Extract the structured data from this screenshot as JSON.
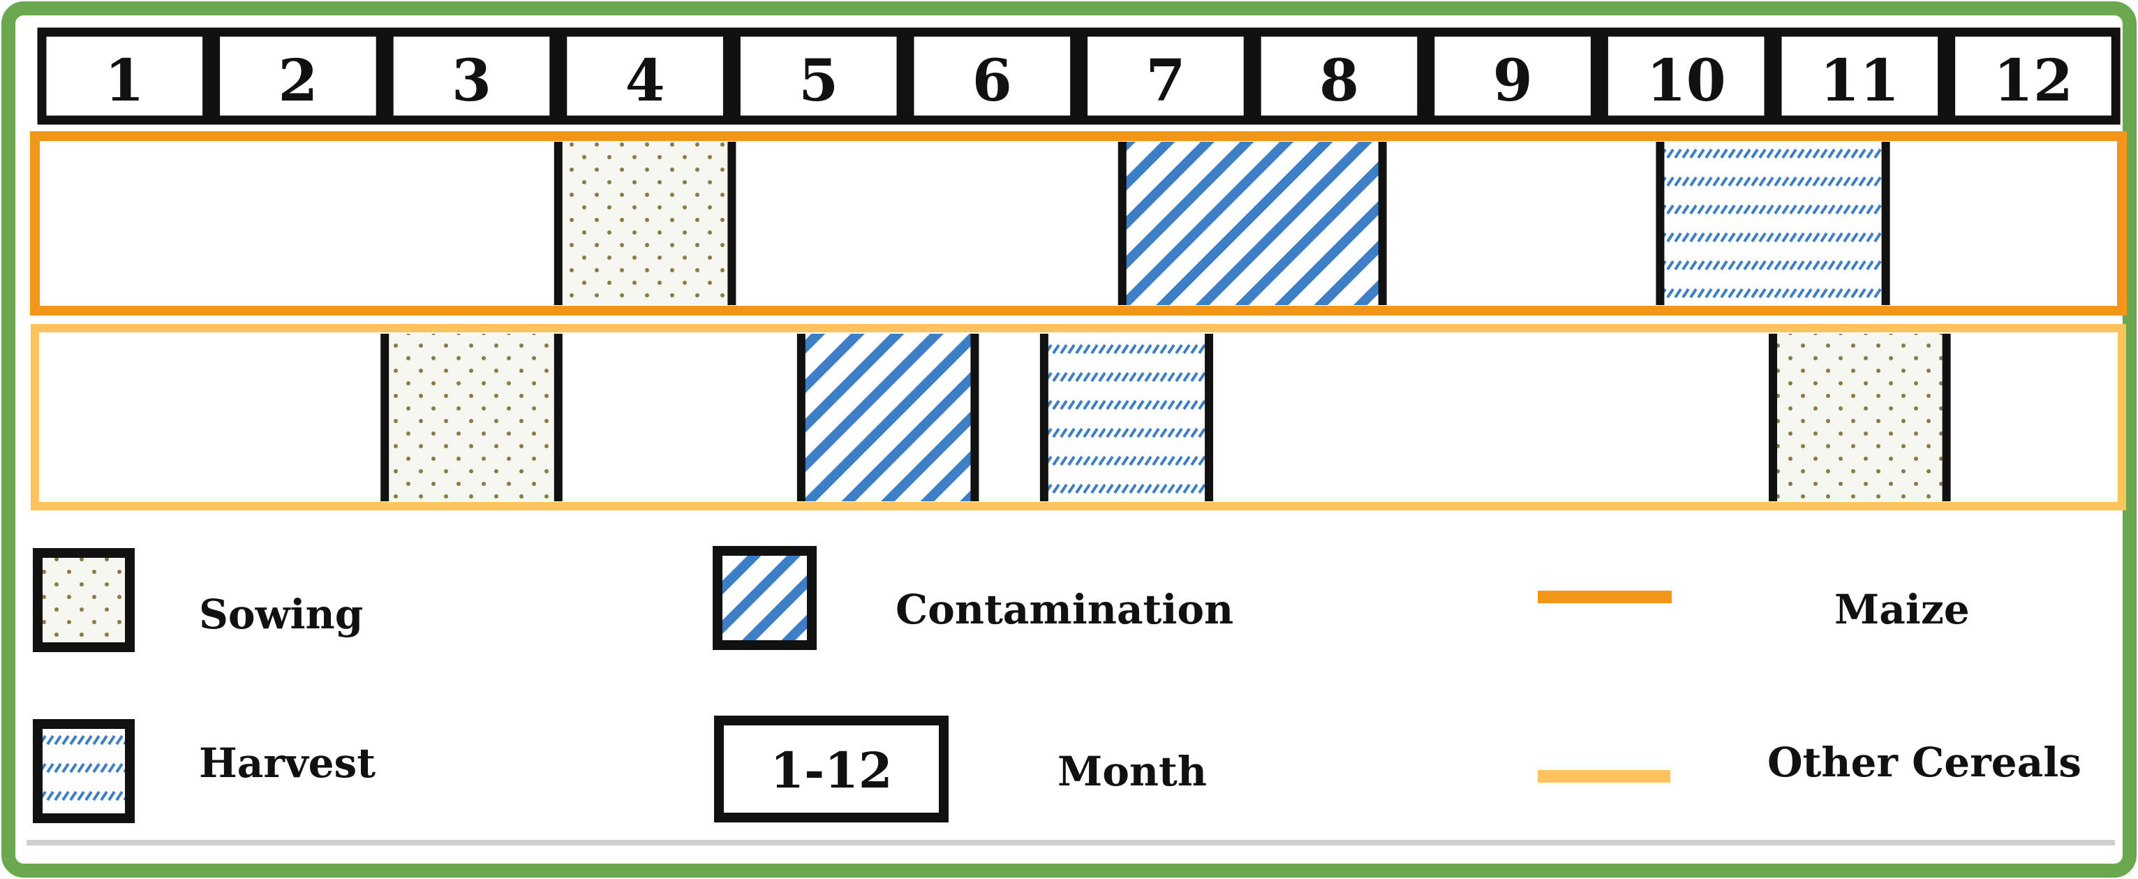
{
  "months": [
    "1",
    "2",
    "3",
    "4",
    "5",
    "6",
    "7",
    "8",
    "9",
    "10",
    "11",
    "12"
  ],
  "rows": [
    {
      "key": "maize",
      "periods": [
        {
          "kind": "sowing",
          "start": 4,
          "end": 5
        },
        {
          "kind": "contamination",
          "start": 7.25,
          "end": 8.75
        },
        {
          "kind": "harvest",
          "start": 10.35,
          "end": 11.65
        }
      ]
    },
    {
      "key": "other_cereals",
      "periods": [
        {
          "kind": "sowing",
          "start": 3,
          "end": 4
        },
        {
          "kind": "contamination",
          "start": 5.4,
          "end": 6.4
        },
        {
          "kind": "harvest",
          "start": 6.8,
          "end": 7.75
        },
        {
          "kind": "sowing",
          "start": 11,
          "end": 12
        }
      ]
    }
  ],
  "legend": {
    "sowing": "Sowing",
    "contamination": "Contamination",
    "maize": "Maize",
    "harvest": "Harvest",
    "month_box": "1-12",
    "month": "Month",
    "other_cereals": "Other Cereals"
  },
  "colors": {
    "frame_border": "#6aa84f",
    "maize": "#f39517",
    "other_cereals": "#ffc35e",
    "pattern_blue": "#3d7fc6",
    "dot": "#8a7a48"
  }
}
